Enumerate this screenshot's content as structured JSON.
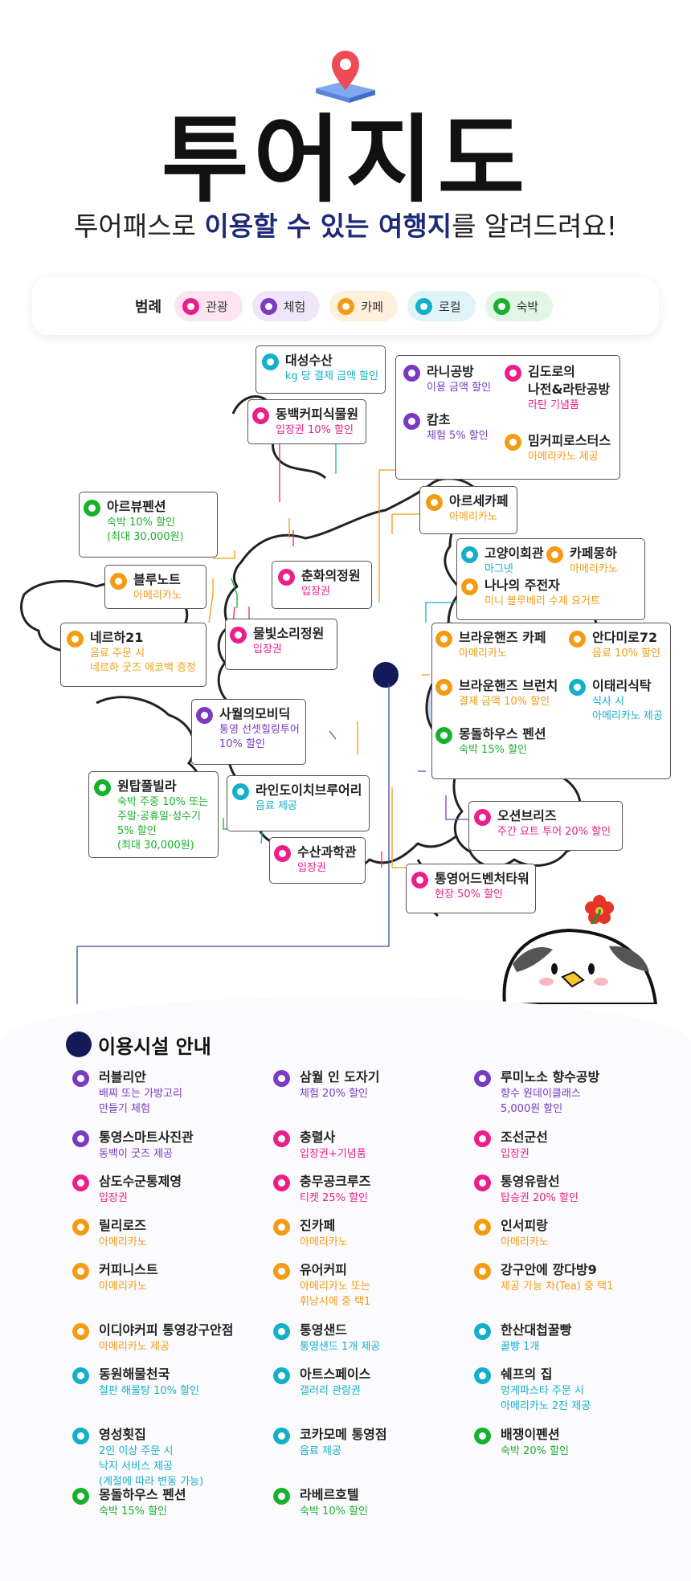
{
  "header": {
    "title": "투어지도",
    "subtitle_pre": "투어패스로 ",
    "subtitle_hl1": "이용할 수 있는 여행지",
    "subtitle_post": "를 알려드려요!"
  },
  "legend": {
    "label": "범례",
    "items": [
      {
        "label": "관광",
        "category": "tour",
        "color": "#ec1e8a",
        "bg": "#fde4f1"
      },
      {
        "label": "체험",
        "category": "exp",
        "color": "#7a3bc2",
        "bg": "#efe6f9"
      },
      {
        "label": "카페",
        "category": "cafe",
        "color": "#f39b12",
        "bg": "#fdf0dd"
      },
      {
        "label": "로컬",
        "category": "local",
        "color": "#14b0c9",
        "bg": "#dff4f8"
      },
      {
        "label": "숙박",
        "category": "stay",
        "color": "#18b12c",
        "bg": "#e2f6e4"
      }
    ]
  },
  "map": {
    "places": [
      {
        "name": "대성수산",
        "desc": "kg 당 결제 금액 할인",
        "category": "local"
      },
      {
        "name": "동백커피식물원",
        "desc": "입장권 10% 할인",
        "category": "tour"
      },
      {
        "name": "라니공방",
        "desc": "이용 금액 할인",
        "category": "exp"
      },
      {
        "name": "김도로의\n나전&라탄공방",
        "desc": "라탄 기념품",
        "category": "tour"
      },
      {
        "name": "캄초",
        "desc": "체험 5% 할인",
        "category": "exp"
      },
      {
        "name": "밈커피로스터스",
        "desc": "아메리카노 제공",
        "category": "cafe"
      },
      {
        "name": "아르뷰펜션",
        "desc": "숙박 10% 할인\n(최대 30,000원)",
        "category": "stay"
      },
      {
        "name": "아르세카페",
        "desc": "아메리카노",
        "category": "cafe"
      },
      {
        "name": "고양이회관",
        "desc": "마그넷",
        "category": "local"
      },
      {
        "name": "카페몽하",
        "desc": "아메리카노",
        "category": "cafe"
      },
      {
        "name": "나나의 주전자",
        "desc": "미니 블루베리 수제 요거트",
        "category": "cafe"
      },
      {
        "name": "블루노트",
        "desc": "아메리카노",
        "category": "cafe"
      },
      {
        "name": "춘화의정원",
        "desc": "입장권",
        "category": "tour"
      },
      {
        "name": "네르하21",
        "desc": "음료 주문 시\n네르하 굿즈 에코백 증정",
        "category": "cafe"
      },
      {
        "name": "물빛소리정원",
        "desc": "입장권",
        "category": "tour"
      },
      {
        "name": "브라운핸즈 카페",
        "desc": "아메리카노",
        "category": "cafe"
      },
      {
        "name": "안다미로72",
        "desc": "음료 10% 할인",
        "category": "cafe"
      },
      {
        "name": "브라운핸즈 브런치",
        "desc": "결제 금액 10% 할인",
        "category": "cafe"
      },
      {
        "name": "이태리식탁",
        "desc": "식사 시\n아메리카노 제공",
        "category": "local"
      },
      {
        "name": "몽돌하우스 펜션",
        "desc": "숙박 15% 할인",
        "category": "stay"
      },
      {
        "name": "사월의모비딕",
        "desc": "통영 선셋힐링투어\n10% 할인",
        "category": "exp"
      },
      {
        "name": "원탑풀빌라",
        "desc": "숙박 주중 10% 또는\n주말·공휴일·성수기\n5% 할인\n(최대 30,000원)",
        "category": "stay"
      },
      {
        "name": "라인도이치브루어리",
        "desc": "음료 제공",
        "category": "local"
      },
      {
        "name": "오션브리즈",
        "desc": "주간 요트 투어 20% 할인",
        "category": "tour"
      },
      {
        "name": "수산과학관",
        "desc": "입장권",
        "category": "tour"
      },
      {
        "name": "통영어드벤처타워",
        "desc": "현장 50% 할인",
        "category": "tour"
      }
    ]
  },
  "facilities": {
    "title": "이용시설 안내",
    "items": [
      {
        "name": "러블리안",
        "desc": "배찌 또는 가방고리\n만들기 체험",
        "category": "exp"
      },
      {
        "name": "삼월 인 도자기",
        "desc": "체험 20% 할인",
        "category": "exp"
      },
      {
        "name": "루미노소 향수공방",
        "desc": "향수 원데이클래스\n5,000원 할인",
        "category": "exp"
      },
      {
        "name": "통영스마트사진관",
        "desc": "동백이 굿즈 제공",
        "category": "exp"
      },
      {
        "name": "충렬사",
        "desc": "입장권+기념품",
        "category": "tour"
      },
      {
        "name": "조선군선",
        "desc": "입장권",
        "category": "tour"
      },
      {
        "name": "삼도수군통제영",
        "desc": "입장권",
        "category": "tour"
      },
      {
        "name": "충무공크루즈",
        "desc": "티켓 25% 할인",
        "category": "tour"
      },
      {
        "name": "통영유람선",
        "desc": "탑승권 20% 할인",
        "category": "tour"
      },
      {
        "name": "릴리로즈",
        "desc": "아메리카노",
        "category": "cafe"
      },
      {
        "name": "진카페",
        "desc": "아메리카노",
        "category": "cafe"
      },
      {
        "name": "인서피랑",
        "desc": "아메리카노",
        "category": "cafe"
      },
      {
        "name": "커피니스트",
        "desc": "아메리카노",
        "category": "cafe"
      },
      {
        "name": "유어커피",
        "desc": "아메리카노 또는\n휘낭시에 중 택1",
        "category": "cafe"
      },
      {
        "name": "강구안에 깡다방9",
        "desc": "제공 가능 차(Tea) 중 택1",
        "category": "cafe"
      },
      {
        "name": "이디야커피 통영강구안점",
        "desc": "아메리카노 제공",
        "category": "cafe"
      },
      {
        "name": "통영샌드",
        "desc": "통영샌드 1개 제공",
        "category": "local"
      },
      {
        "name": "한산대첩꿀빵",
        "desc": "꿀빵 1개",
        "category": "local"
      },
      {
        "name": "동원해물천국",
        "desc": "철판 해물탕 10% 할인",
        "category": "local"
      },
      {
        "name": "아트스페이스",
        "desc": "갤러리 관람권",
        "category": "local"
      },
      {
        "name": "쉐프의 집",
        "desc": "멍게파스타 주문 시\n아메리카노 2잔 제공",
        "category": "local"
      },
      {
        "name": "영성횟집",
        "desc": "2인 이상 주문 시\n낙지 서비스 제공\n(계절에 따라 변동 가능)",
        "category": "local"
      },
      {
        "name": "코카모메 통영점",
        "desc": "음료 제공",
        "category": "local"
      },
      {
        "name": "배쟁이펜션",
        "desc": "숙박 20% 할인",
        "category": "stay"
      },
      {
        "name": "몽돌하우스 펜션",
        "desc": "숙박 15% 할인",
        "category": "stay"
      },
      {
        "name": "라베르호텔",
        "desc": "숙박 10% 할인",
        "category": "stay"
      }
    ]
  }
}
